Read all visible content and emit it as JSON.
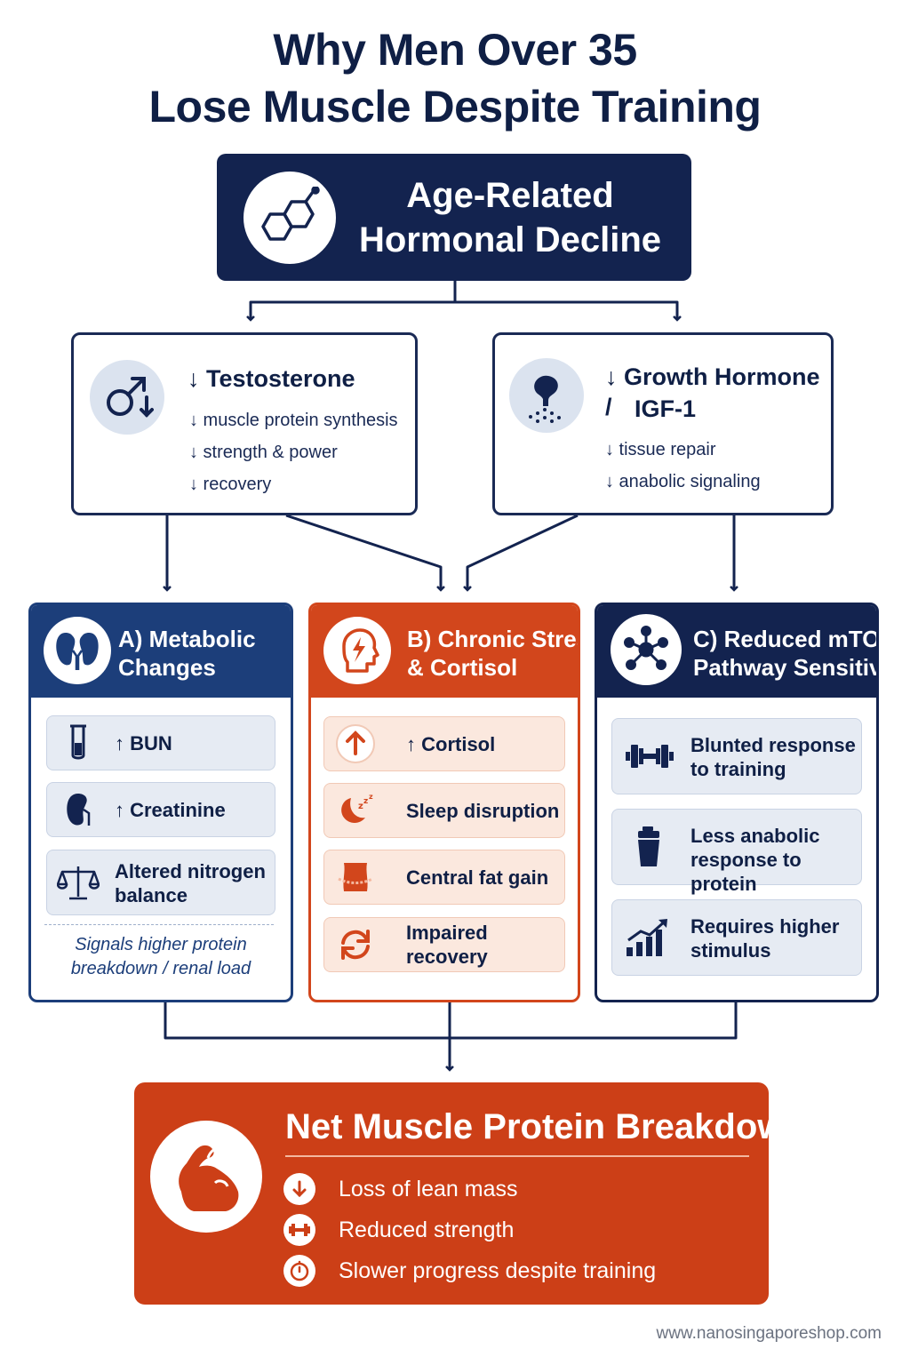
{
  "title": {
    "line1": "Why Men Over 35",
    "line2": "Lose Muscle Despite Training"
  },
  "top": {
    "line1": "Age-Related",
    "line2": "Hormonal Decline",
    "icon": "molecule-icon"
  },
  "testosterone": {
    "title": "↓ Testosterone",
    "icon": "male-symbol-down-icon",
    "items": [
      "↓ muscle protein synthesis",
      "↓ strength & power",
      "↓ recovery"
    ]
  },
  "growth_hormone": {
    "title_line1": "↓ Growth Hormone /",
    "title_line2": "IGF-1",
    "icon": "pituitary-gland-icon",
    "items": [
      "↓ tissue repair",
      "↓ anabolic signaling"
    ]
  },
  "metabolic": {
    "title_line1": "A) Metabolic",
    "title_line2": "Changes",
    "icon": "kidneys-icon",
    "items": [
      {
        "line1": "↑ BUN",
        "line2": "",
        "icon": "test-tube-icon"
      },
      {
        "line1": "↑ Creatinine",
        "line2": "",
        "icon": "kidney-icon"
      },
      {
        "line1": "Altered nitrogen",
        "line2": "balance",
        "icon": "balance-scale-icon"
      }
    ],
    "note_line1": "Signals higher protein",
    "note_line2": "breakdown / renal load"
  },
  "stress": {
    "title_line1": "B) Chronic Stress",
    "title_line2": "& Cortisol",
    "icon": "head-lightning-icon",
    "items": [
      {
        "label": "↑ Cortisol",
        "icon": "arrow-up-circle-icon"
      },
      {
        "label": "Sleep disruption",
        "icon": "moon-zzz-icon"
      },
      {
        "label": "Central fat gain",
        "icon": "waist-measure-icon"
      },
      {
        "label": "Impaired recovery",
        "icon": "refresh-arrows-icon"
      }
    ]
  },
  "mtor": {
    "title_line1": "C) Reduced mTOR",
    "title_line2": "Pathway Sensitivity",
    "icon": "network-nodes-icon",
    "items": [
      {
        "line1": "Blunted response",
        "line2": "to training",
        "icon": "dumbbell-icon"
      },
      {
        "line1": "Less anabolic",
        "line2": "response to protein",
        "icon": "protein-shaker-icon"
      },
      {
        "line1": "Requires higher",
        "line2": "stimulus",
        "icon": "rising-bars-icon"
      }
    ]
  },
  "outcome": {
    "title": "Net Muscle Protein Breakdown",
    "icon": "flexed-arm-icon",
    "items": [
      {
        "label": "Loss of lean mass",
        "icon": "arrow-down-icon"
      },
      {
        "label": "Reduced strength",
        "icon": "dumbbell-icon"
      },
      {
        "label": "Slower progress despite training",
        "icon": "stopwatch-icon"
      }
    ]
  },
  "footer": "www.nanosingaporeshop.com",
  "colors": {
    "navy": "#13234f",
    "blue": "#1c3e7a",
    "orange": "#d2461c",
    "light_blue": "#e6ebf3",
    "light_orange": "#fbe8de"
  }
}
